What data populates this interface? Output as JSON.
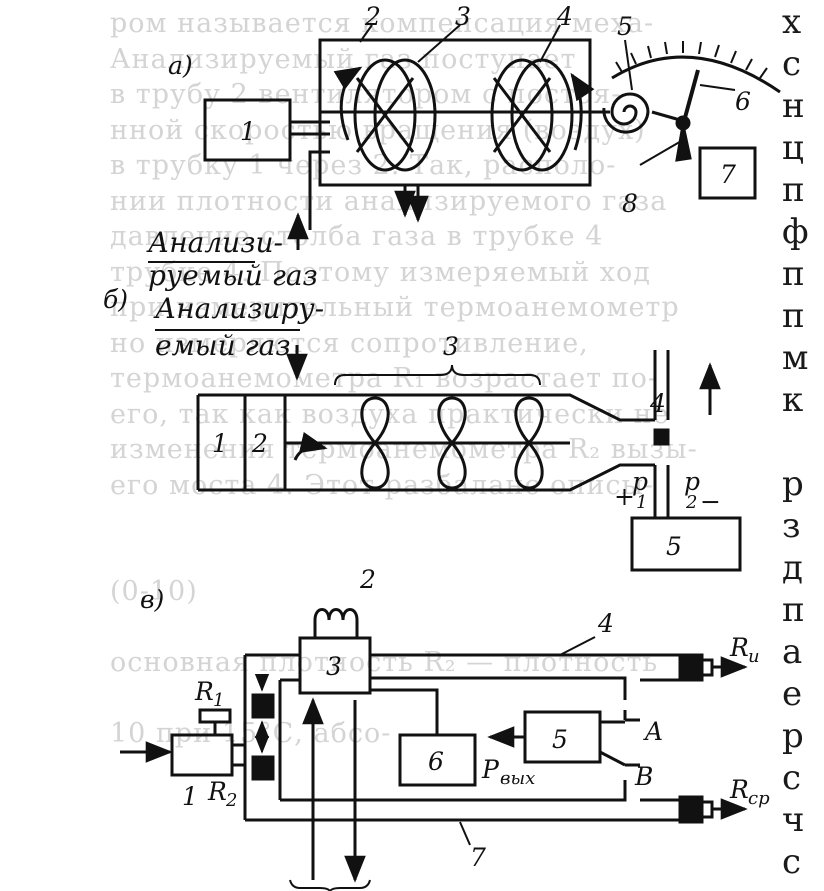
{
  "background_text_lines": [
    "ром называется компенсация меха-",
    "Анализируемый газ поступает",
    "в трубу 2 вентилятором с постоя-",
    "нной скоростью вращения (воздух)",
    "в трубку 1 через 2. Так, располо-",
    "нии плотности анализируемого газа",
    "давление столба газа в трубке 4",
    "трубке 4. Поэтому измеряемый ход",
    "при измерительный термоанемометр",
    "но измеряются сопротивление,",
    "термоанемометра R₁ возрастает по-",
    "его, так как воздуха практически не",
    "изменения термоанемометра R₂ вызы-",
    "его моста 4. Этот разбаланс описы-",
    "",
    "",
    "(0-10)",
    "",
    "основная плотность R₂ — плотность",
    "",
    "10 при 15°С, абсо-"
  ],
  "right_column_letters": [
    "х",
    "с",
    "н",
    "ц",
    "п",
    "ф",
    "п",
    "п",
    "м",
    "к",
    "",
    "р",
    "з",
    "д",
    "п",
    "а",
    "е",
    "р",
    "с",
    "ч",
    "с"
  ],
  "diagram_a": {
    "caption": "а)",
    "labels": {
      "n1": "1",
      "n2": "2",
      "n3": "3",
      "n4": "4",
      "n5": "5",
      "n6": "6",
      "n7": "7",
      "n8": "8"
    },
    "gas_label_line1": "Анализи-",
    "gas_label_line2": "руемый газ"
  },
  "diagram_b": {
    "caption": "б)",
    "gas_label_line1": "Анализиру-",
    "gas_label_line2": "емый газ",
    "labels": {
      "n1": "1",
      "n2": "2",
      "n3": "3",
      "n4": "4",
      "n5": "5"
    },
    "p1": "p",
    "p1_sub": "1",
    "p2": "p",
    "p2_sub": "2",
    "plus": "+",
    "minus": "−"
  },
  "diagram_v": {
    "caption": "в)",
    "labels": {
      "n1": "1",
      "n2": "2",
      "n3": "3",
      "n4": "4",
      "n5": "5",
      "n6": "6",
      "n7": "7"
    },
    "r1": "R",
    "r1_sub": "1",
    "r2": "R",
    "r2_sub": "2",
    "ri": "R",
    "ri_sub": "и",
    "rcp": "R",
    "rcp_sub": "ср",
    "pout": "P",
    "pout_sub": "вых",
    "a": "A",
    "b": "B"
  }
}
